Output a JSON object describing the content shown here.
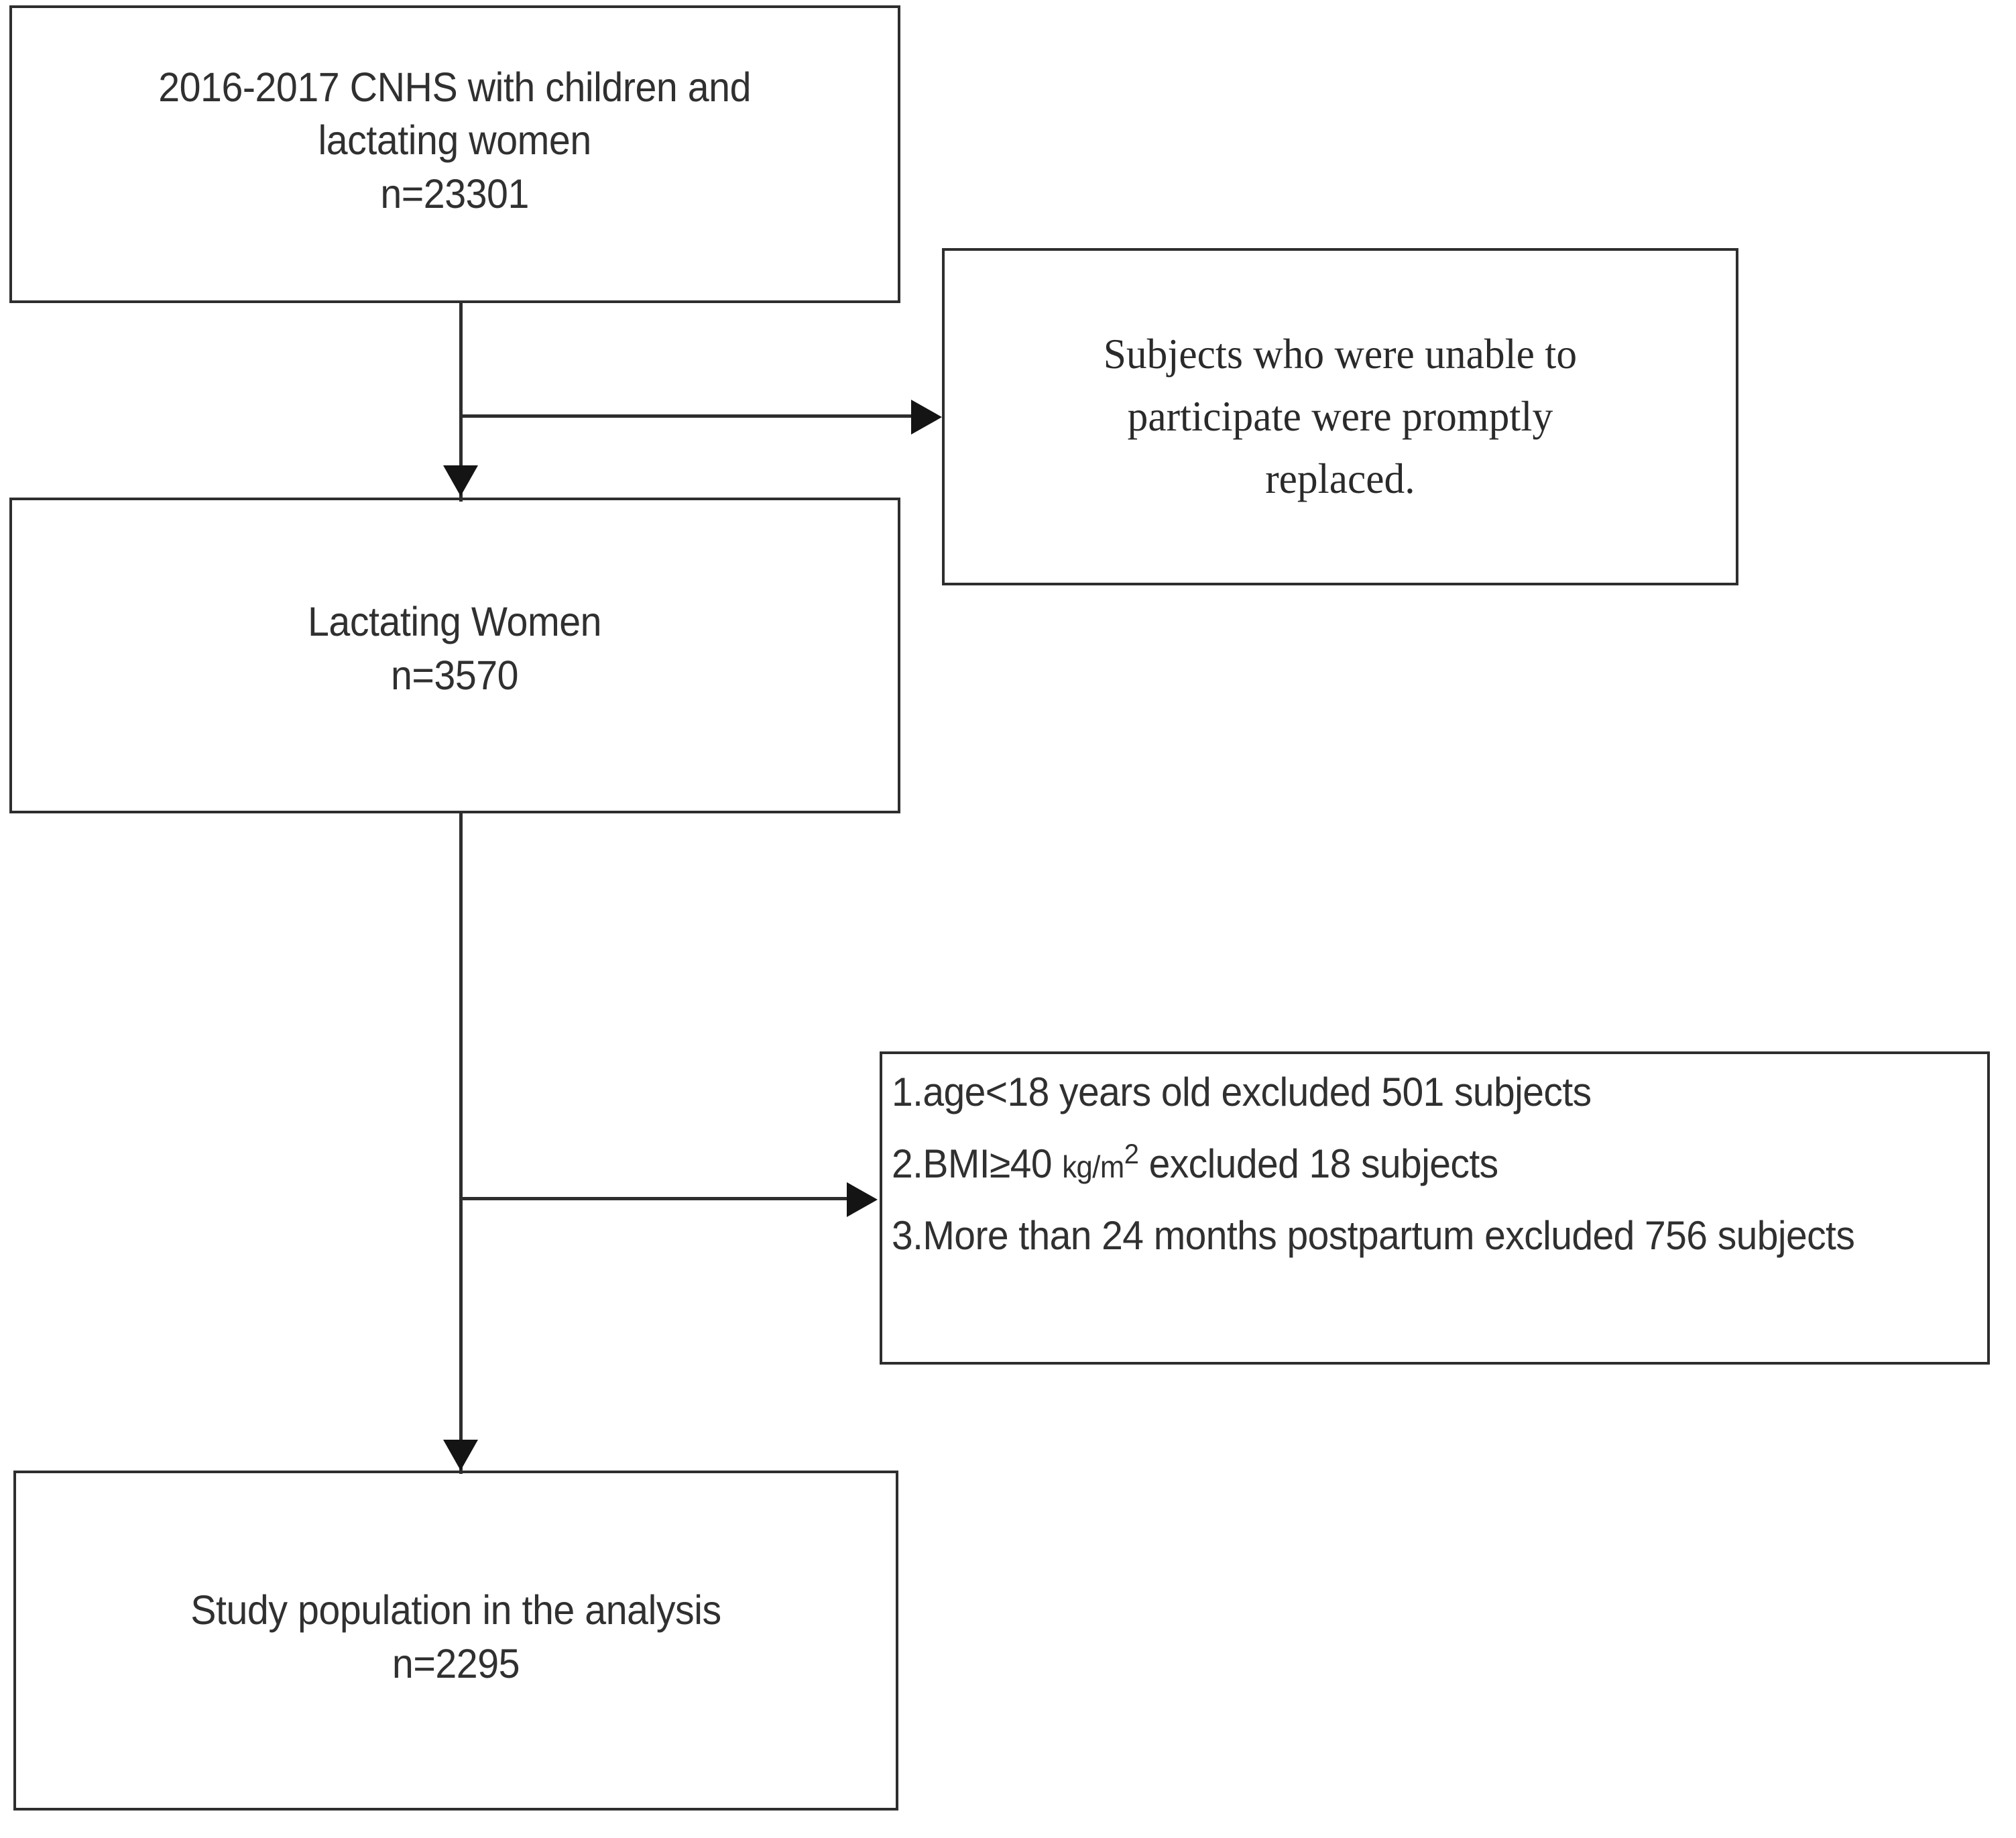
{
  "figure": {
    "type": "study-flow-diagram",
    "accent_color": "#2e2e2e",
    "text_color": "#303030",
    "background": "#ffffff"
  },
  "boxes": {
    "source": {
      "lines": [
        "2016-2017 CNHS with children and",
        "lactating women",
        "n=23301"
      ],
      "n_label": "n=23301",
      "n_value": 23301
    },
    "note": {
      "lines": [
        "Subjects who were unable to",
        "participate were promptly",
        "replaced."
      ]
    },
    "lactating": {
      "lines": [
        "Lactating Women",
        "n=3570"
      ],
      "n_label": "n=3570",
      "n_value": 3570
    },
    "final": {
      "lines": [
        "Study population in the analysis",
        "n=2295"
      ],
      "n_label": "n=2295",
      "n_value": 2295
    },
    "exclusions": {
      "item1": "1.age<18 years old excluded 501 subjects",
      "item2_prefix": "2.BMI≥40 ",
      "item2_unit": "kg/m",
      "item2_sup": "2",
      "item2_suffix": " excluded 18 subjects",
      "item3": "3.More than 24 months postpartum excluded 756 subjects",
      "excluded_counts": {
        "age_under_18": 501,
        "bmi_ge_40": 18,
        "postpartum_over_24_months": 756
      }
    }
  }
}
